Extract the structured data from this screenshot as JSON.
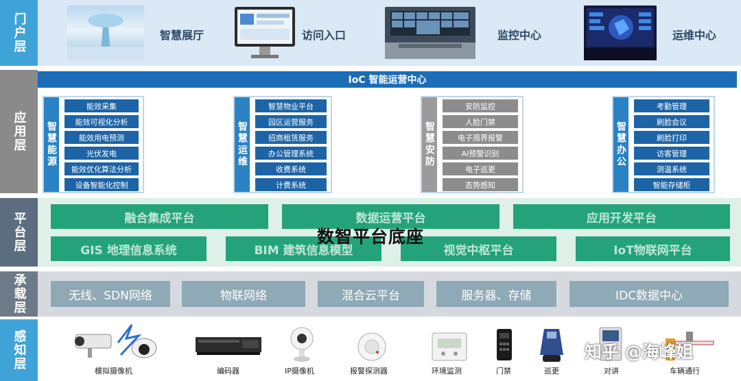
{
  "layers": {
    "portal": "门户层",
    "app": "应用层",
    "platform": "平台层",
    "carry": "承载层",
    "sense": "感知层"
  },
  "portal": {
    "items": [
      "智慧展厅",
      "访问入口",
      "监控中心",
      "运维中心"
    ]
  },
  "app": {
    "ioc": "IoC 智能运营中心",
    "groups": [
      {
        "title": "智慧能源",
        "items": [
          "能效采集",
          "能效可视化分析",
          "能效用电预测",
          "光伏发电",
          "能效优化算法分析",
          "设备智能化控制"
        ]
      },
      {
        "title": "智慧运维",
        "items": [
          "智慧物业平台",
          "园区运营服务",
          "招商租赁服务",
          "办公管理系统",
          "收费系统",
          "计费系统"
        ]
      },
      {
        "title": "智慧安防",
        "items": [
          "安防监控",
          "人脸门禁",
          "电子周界报警",
          "AI预警识别",
          "电子巡更",
          "态势感知"
        ]
      },
      {
        "title": "智慧办公",
        "items": [
          "考勤管理",
          "刷脸会议",
          "刷脸打印",
          "访客管理",
          "测温系统",
          "智能存储柜"
        ]
      }
    ]
  },
  "platform": {
    "top": [
      "融合集成平台",
      "数据运营平台",
      "应用开发平台"
    ],
    "bottom": [
      "GIS 地理信息系统",
      "BIM 建筑信息模型",
      "视觉中枢平台",
      "IoT物联网平台"
    ],
    "overlay": "数智平台底座"
  },
  "carry": {
    "items": [
      "无线、SDN网络",
      "物联网络",
      "混合云平台",
      "服务器、存储",
      "IDC数据中心"
    ]
  },
  "sense": {
    "devices": [
      "模拟摄像机",
      "编码器",
      "IP摄像机",
      "报警探测器",
      "环境监测",
      "门禁",
      "巡更",
      "对讲",
      "车辆通行"
    ],
    "watermark": "知乎 @海峰姐"
  },
  "colors": {
    "app_blue": "#1d64a6",
    "app_gray": "#8c8c8c",
    "platform_green": "#24a37b",
    "carry_box": "#8fa9b6",
    "layer_blue": "#3fa3d8"
  }
}
